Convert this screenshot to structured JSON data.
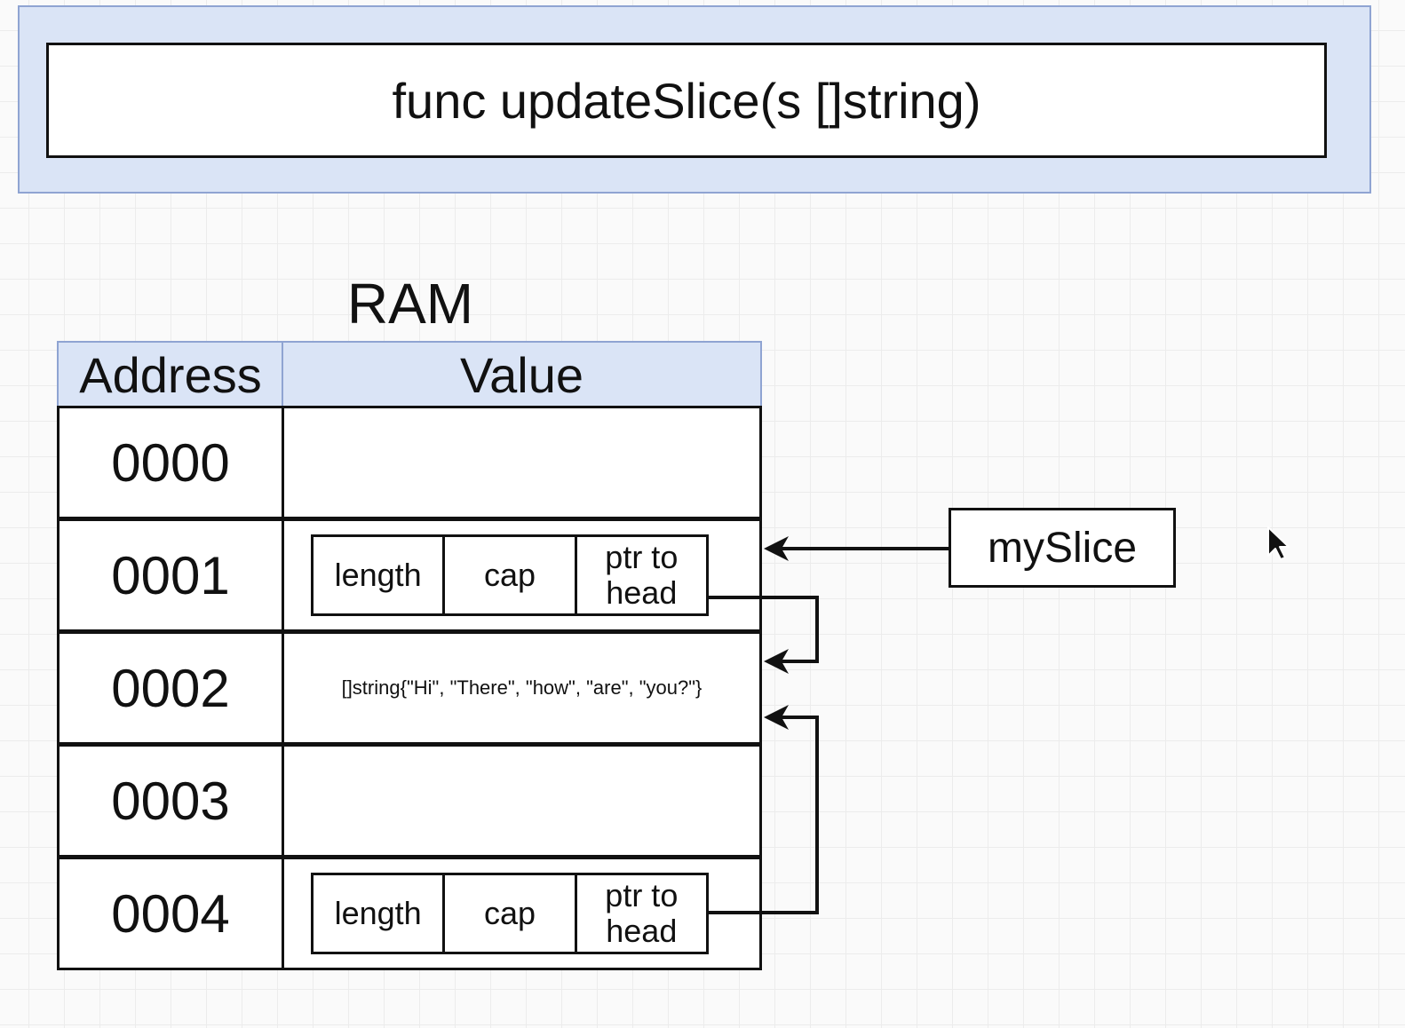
{
  "function_signature": "func updateSlice(s []string)",
  "ram": {
    "title": "RAM",
    "columns": {
      "address": "Address",
      "value": "Value"
    },
    "rows": [
      {
        "address": "0000",
        "value": ""
      },
      {
        "address": "0001",
        "slice": {
          "length": "length",
          "cap": "cap",
          "ptr": "ptr to head"
        }
      },
      {
        "address": "0002",
        "value": "[]string{\"Hi\", \"There\", \"how\", \"are\", \"you?\"}"
      },
      {
        "address": "0003",
        "value": ""
      },
      {
        "address": "0004",
        "slice": {
          "length": "length",
          "cap": "cap",
          "ptr": "ptr to head"
        }
      }
    ]
  },
  "variable": {
    "name": "mySlice",
    "points_to": "0001"
  },
  "pointers": [
    {
      "from": "0001",
      "to": "0002"
    },
    {
      "from": "0004",
      "to": "0002"
    }
  ],
  "colors": {
    "header_fill": "#dae4f6",
    "header_border": "#8fa4d2",
    "line": "#111111",
    "background": "#fafafa"
  }
}
